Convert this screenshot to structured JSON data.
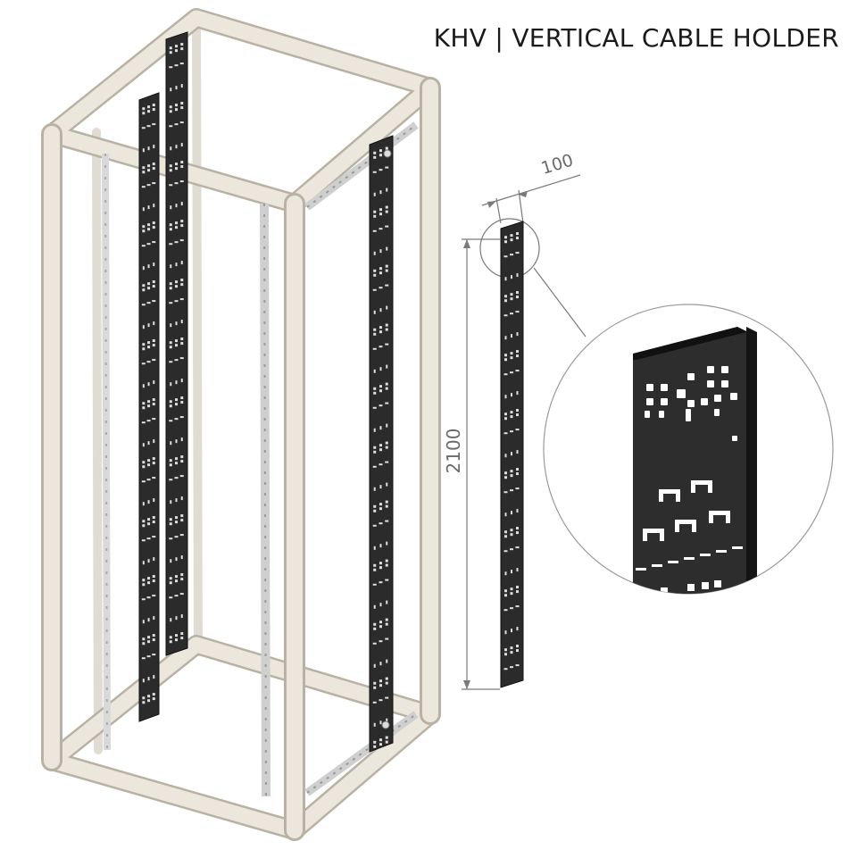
{
  "title": "KHV | VERTICAL CABLE HOLDER",
  "dimensions": {
    "width_label": "100",
    "height_label": "2100"
  },
  "colors": {
    "frame": "#e9e4da",
    "frame_edge": "#b9b2a4",
    "panel": "#2a2a2a",
    "panel_edge": "#111111",
    "dimension_line": "#7a7a7a",
    "rail": "#c8c8c8"
  }
}
